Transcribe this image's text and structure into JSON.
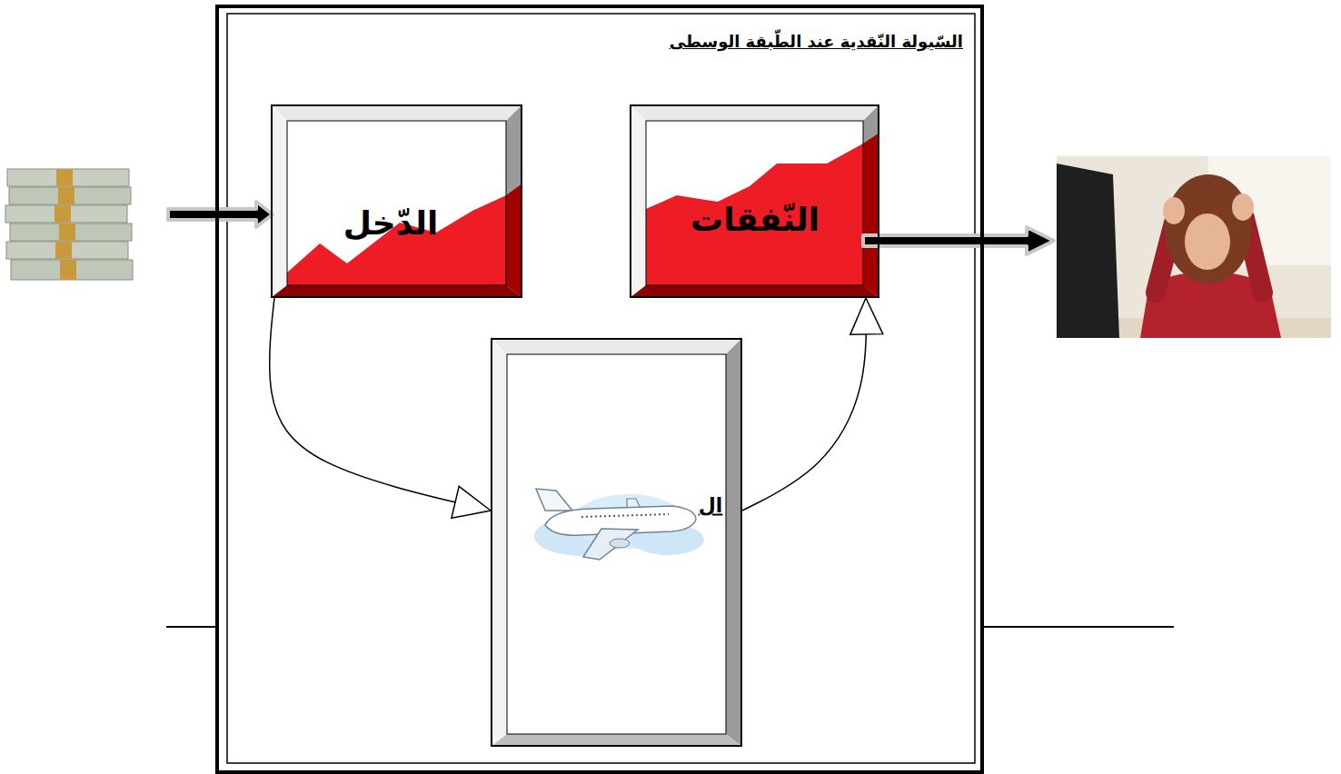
{
  "diagram": {
    "nodes": [
      {
        "text": [
          "السّيولة النّقدية عند الطّبقة الوسطى"
        ]
      },
      {
        "text": [
          "الدّخل"
        ],
        "in": 0
      },
      {
        "text": [
          "النّفقات"
        ],
        "in": 0
      },
      {
        "text": [
          "ال"
        ],
        "in": 0
      }
    ],
    "edges": [
      {
        "from": 1,
        "to": 3,
        "arrow": "to"
      },
      {
        "from": 3,
        "to": 2,
        "arrow": "to"
      }
    ]
  }
}
